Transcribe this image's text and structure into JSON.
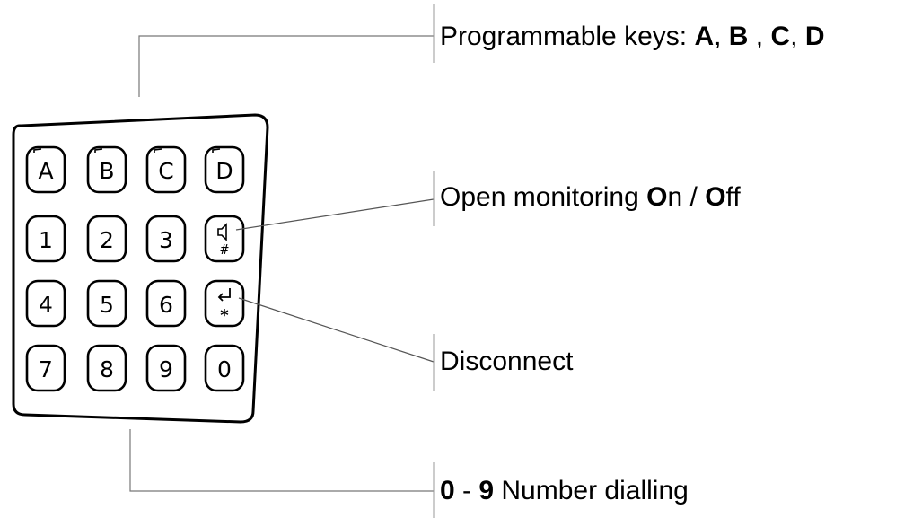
{
  "keypad": {
    "keys": [
      {
        "label": "A"
      },
      {
        "label": "B"
      },
      {
        "label": "C"
      },
      {
        "label": "D"
      },
      {
        "label": "1"
      },
      {
        "label": "2"
      },
      {
        "label": "3"
      },
      {
        "label": "",
        "icon": "speaker-hash-icon"
      },
      {
        "label": "4"
      },
      {
        "label": "5"
      },
      {
        "label": "6"
      },
      {
        "label": "",
        "icon": "return-star-icon"
      },
      {
        "label": "7"
      },
      {
        "label": "8"
      },
      {
        "label": "9"
      },
      {
        "label": "0"
      }
    ],
    "hash_glyph": "#",
    "star_glyph": "*"
  },
  "callouts": {
    "programmable": {
      "text": "Programmable keys: ",
      "keys": [
        "A",
        ", ",
        "B",
        " , ",
        "C",
        ", ",
        "D"
      ]
    },
    "monitoring": {
      "prefix": "Open monitoring ",
      "on_bold": "O",
      "on_rest": "n",
      "separator": " / ",
      "off_bold": "O",
      "off_rest": "ff"
    },
    "disconnect": {
      "text": "Disconnect"
    },
    "numbers": {
      "from_bold": "0",
      "dash": " - ",
      "to_bold": "9",
      "rest": " Number dialling"
    }
  }
}
